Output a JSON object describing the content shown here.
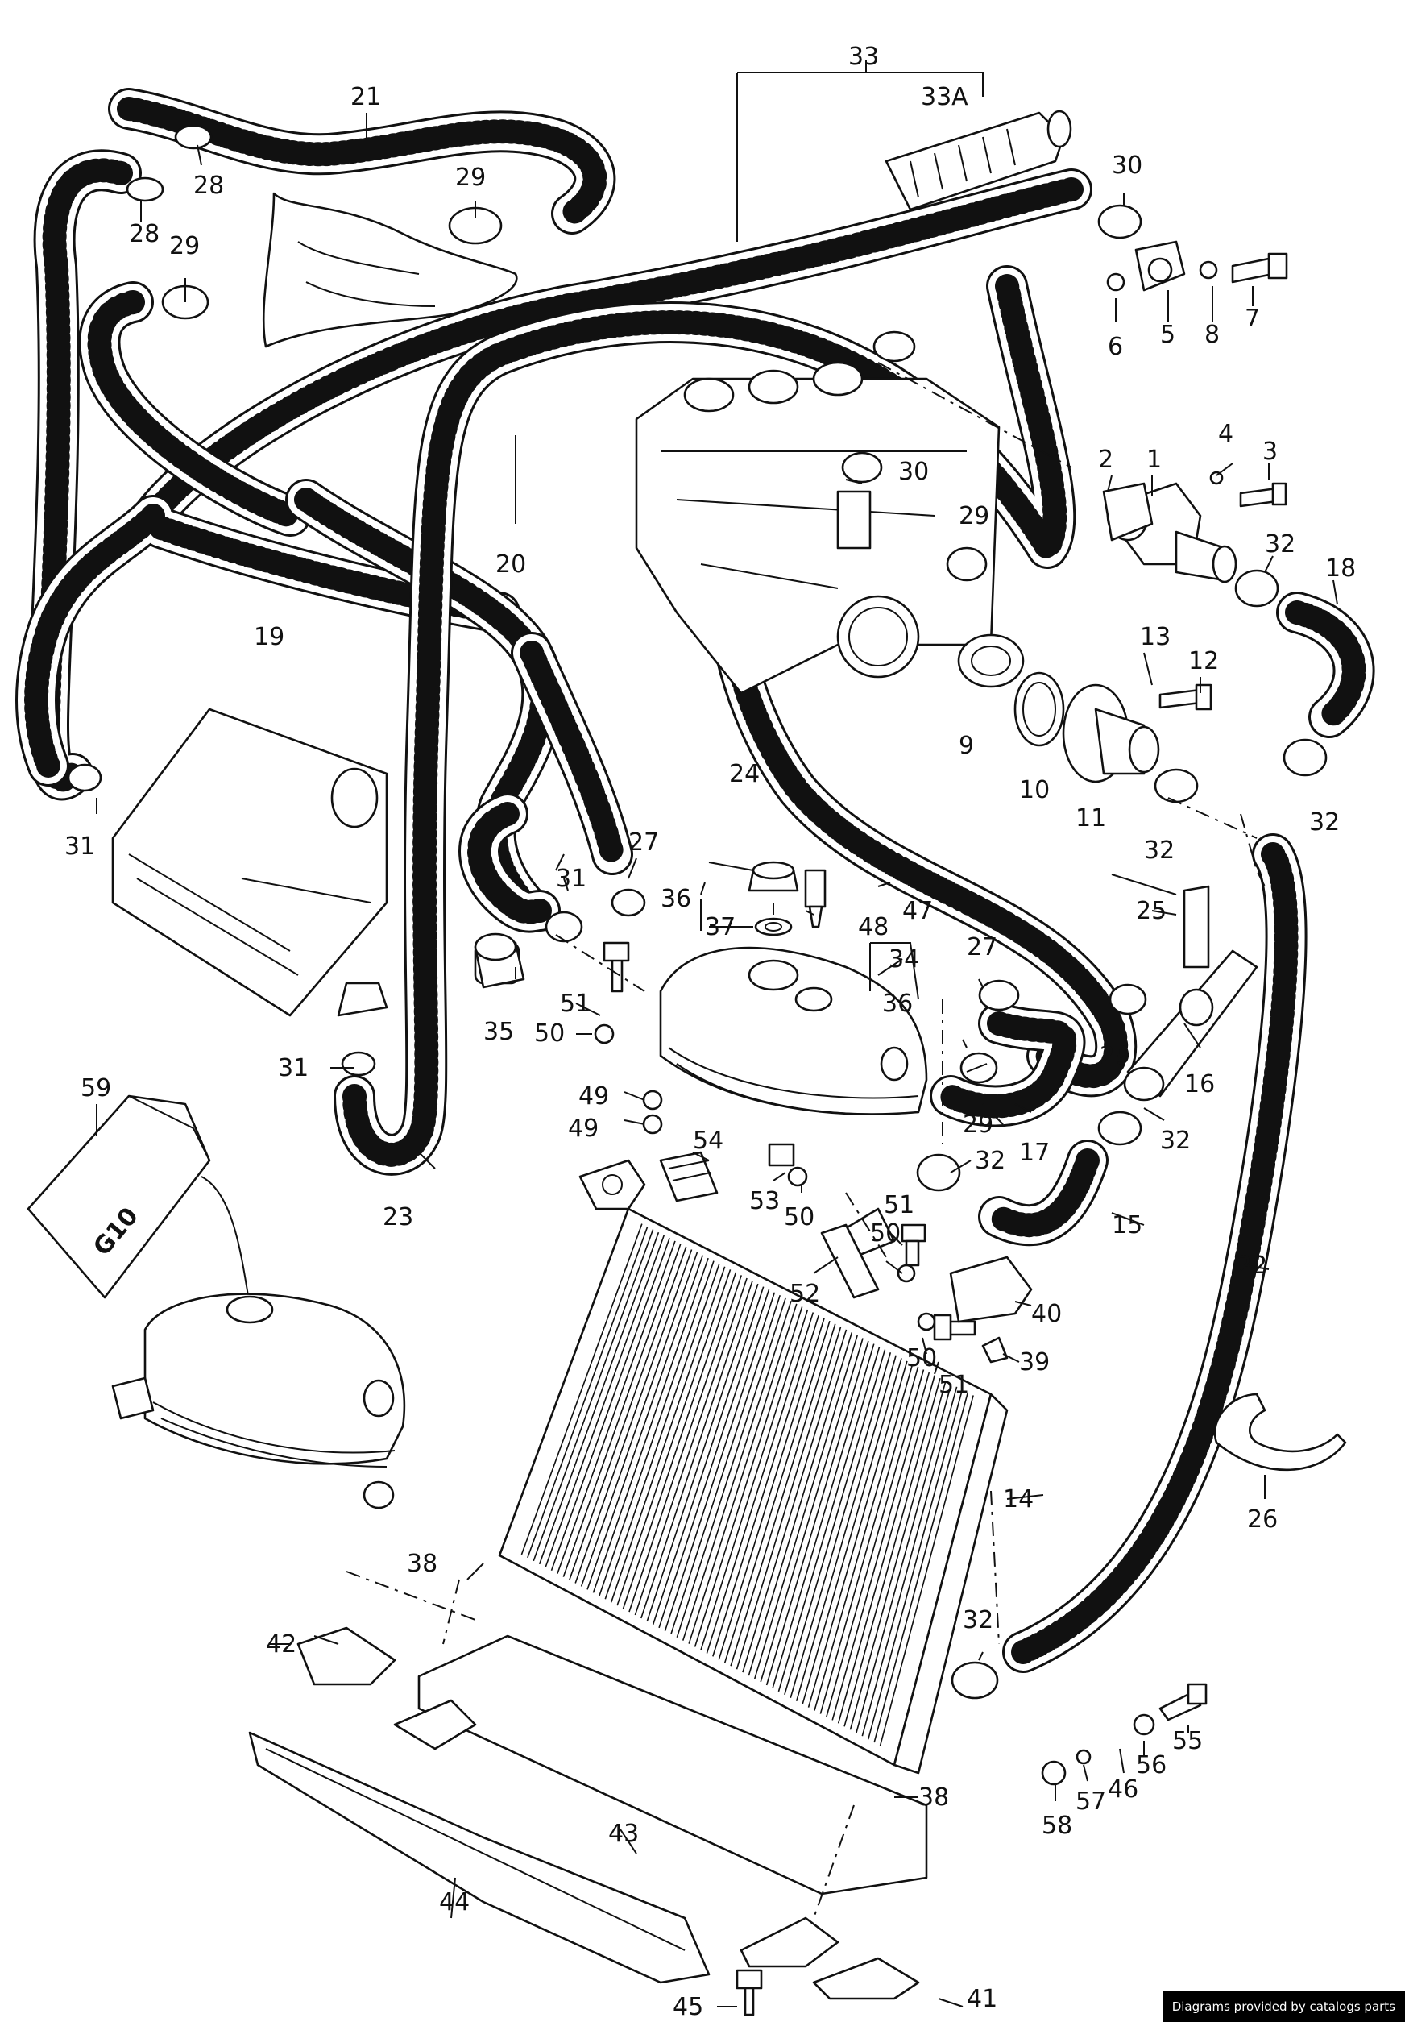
{
  "credit": "Diagrams provided by catalogs parts",
  "callouts": [
    {
      "id": "c1",
      "text": "1"
    },
    {
      "id": "c2",
      "text": "2"
    },
    {
      "id": "c3",
      "text": "3"
    },
    {
      "id": "c4",
      "text": "4"
    },
    {
      "id": "c5",
      "text": "5"
    },
    {
      "id": "c6",
      "text": "6"
    },
    {
      "id": "c7",
      "text": "7"
    },
    {
      "id": "c8",
      "text": "8"
    },
    {
      "id": "c9",
      "text": "9"
    },
    {
      "id": "c10",
      "text": "10"
    },
    {
      "id": "c11",
      "text": "11"
    },
    {
      "id": "c12",
      "text": "12"
    },
    {
      "id": "c13",
      "text": "13"
    },
    {
      "id": "c14",
      "text": "14"
    },
    {
      "id": "c15",
      "text": "15"
    },
    {
      "id": "c16",
      "text": "16"
    },
    {
      "id": "c17",
      "text": "17"
    },
    {
      "id": "c18",
      "text": "18"
    },
    {
      "id": "c19",
      "text": "19"
    },
    {
      "id": "c20",
      "text": "20"
    },
    {
      "id": "c21",
      "text": "21"
    },
    {
      "id": "c22",
      "text": "22"
    },
    {
      "id": "c23",
      "text": "23"
    },
    {
      "id": "c24",
      "text": "24"
    },
    {
      "id": "c25",
      "text": "25"
    },
    {
      "id": "c26",
      "text": "26"
    },
    {
      "id": "c27a",
      "text": "27"
    },
    {
      "id": "c27b",
      "text": "27"
    },
    {
      "id": "c28a",
      "text": "28"
    },
    {
      "id": "c28b",
      "text": "28"
    },
    {
      "id": "c29a",
      "text": "29"
    },
    {
      "id": "c29b",
      "text": "29"
    },
    {
      "id": "c29c",
      "text": "29"
    },
    {
      "id": "c29d",
      "text": "29"
    },
    {
      "id": "c29e",
      "text": "29"
    },
    {
      "id": "c30a",
      "text": "30"
    },
    {
      "id": "c30b",
      "text": "30"
    },
    {
      "id": "c31a",
      "text": "31"
    },
    {
      "id": "c31b",
      "text": "31"
    },
    {
      "id": "c31c",
      "text": "31"
    },
    {
      "id": "c32a",
      "text": "32"
    },
    {
      "id": "c32b",
      "text": "32"
    },
    {
      "id": "c32c",
      "text": "32"
    },
    {
      "id": "c32d",
      "text": "32"
    },
    {
      "id": "c32e",
      "text": "32"
    },
    {
      "id": "c32f",
      "text": "32"
    },
    {
      "id": "c33",
      "text": "33"
    },
    {
      "id": "c33a",
      "text": "33A"
    },
    {
      "id": "c34",
      "text": "34"
    },
    {
      "id": "c35",
      "text": "35"
    },
    {
      "id": "c36a",
      "text": "36"
    },
    {
      "id": "c36b",
      "text": "36"
    },
    {
      "id": "c37",
      "text": "37"
    },
    {
      "id": "c38a",
      "text": "38"
    },
    {
      "id": "c38b",
      "text": "38"
    },
    {
      "id": "c39",
      "text": "39"
    },
    {
      "id": "c40",
      "text": "40"
    },
    {
      "id": "c41",
      "text": "41"
    },
    {
      "id": "c42",
      "text": "42"
    },
    {
      "id": "c43",
      "text": "43"
    },
    {
      "id": "c44",
      "text": "44"
    },
    {
      "id": "c45",
      "text": "45"
    },
    {
      "id": "c46",
      "text": "46"
    },
    {
      "id": "c47",
      "text": "47"
    },
    {
      "id": "c48",
      "text": "48"
    },
    {
      "id": "c49a",
      "text": "49"
    },
    {
      "id": "c49b",
      "text": "49"
    },
    {
      "id": "c50a",
      "text": "50"
    },
    {
      "id": "c50b",
      "text": "50"
    },
    {
      "id": "c50c",
      "text": "50"
    },
    {
      "id": "c50d",
      "text": "50"
    },
    {
      "id": "c51a",
      "text": "51"
    },
    {
      "id": "c51b",
      "text": "51"
    },
    {
      "id": "c51c",
      "text": "51"
    },
    {
      "id": "c52",
      "text": "52"
    },
    {
      "id": "c53",
      "text": "53"
    },
    {
      "id": "c54",
      "text": "54"
    },
    {
      "id": "c55",
      "text": "55"
    },
    {
      "id": "c56",
      "text": "56"
    },
    {
      "id": "c57",
      "text": "57"
    },
    {
      "id": "c58",
      "text": "58"
    },
    {
      "id": "c59",
      "text": "59"
    }
  ],
  "labels": {
    "coolant_bottle": "G10"
  }
}
